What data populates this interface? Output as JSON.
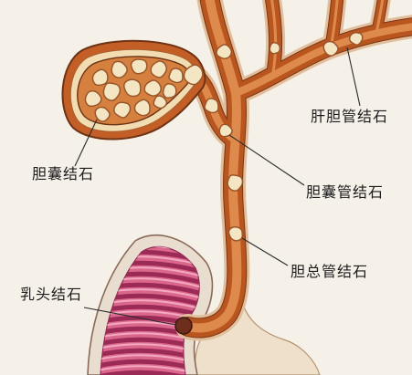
{
  "labels": {
    "hepatic_duct_stones": "肝胆管结石",
    "gallbladder_stones": "胆囊结石",
    "cystic_duct_stones": "胆囊管结石",
    "common_bile_duct_stones": "胆总管结石",
    "papilla_stones": "乳头结石"
  },
  "colors": {
    "background": "#f5f0e8",
    "duct": "#b9561f",
    "stone": "#f4e5c3",
    "mucosa": "#d9688c"
  }
}
